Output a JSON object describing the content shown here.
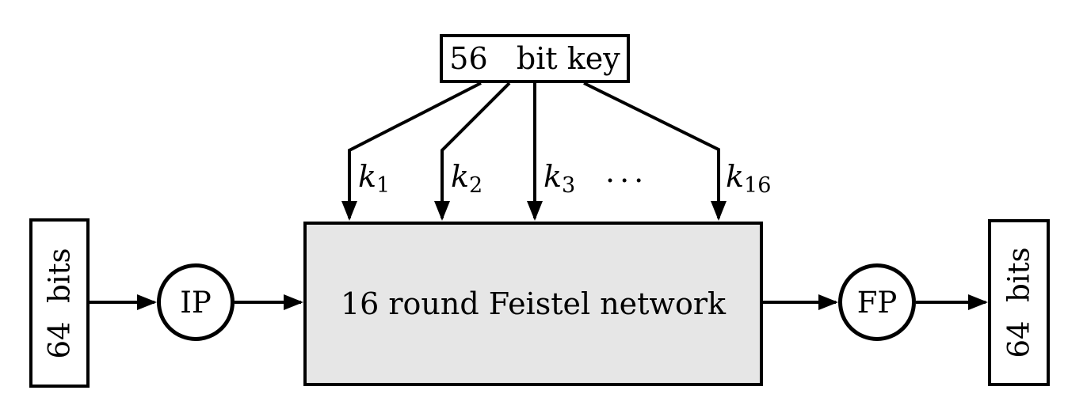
{
  "diagram": {
    "key_box": {
      "label": "56   bit key"
    },
    "subkeys": [
      {
        "base": "k",
        "sub": "1"
      },
      {
        "base": "k",
        "sub": "2"
      },
      {
        "base": "k",
        "sub": "3"
      },
      {
        "base": "k",
        "sub": "16"
      }
    ],
    "ellipsis": "...",
    "feistel_box": {
      "label": "16 round Feistel network"
    },
    "input_box": {
      "label": "64  bits"
    },
    "output_box": {
      "label": "64  bits"
    },
    "ip_node": {
      "label": "IP"
    },
    "fp_node": {
      "label": "FP"
    },
    "colors": {
      "line": "#000000",
      "feistel_fill": "#e6e6e6",
      "background": "#ffffff"
    }
  }
}
